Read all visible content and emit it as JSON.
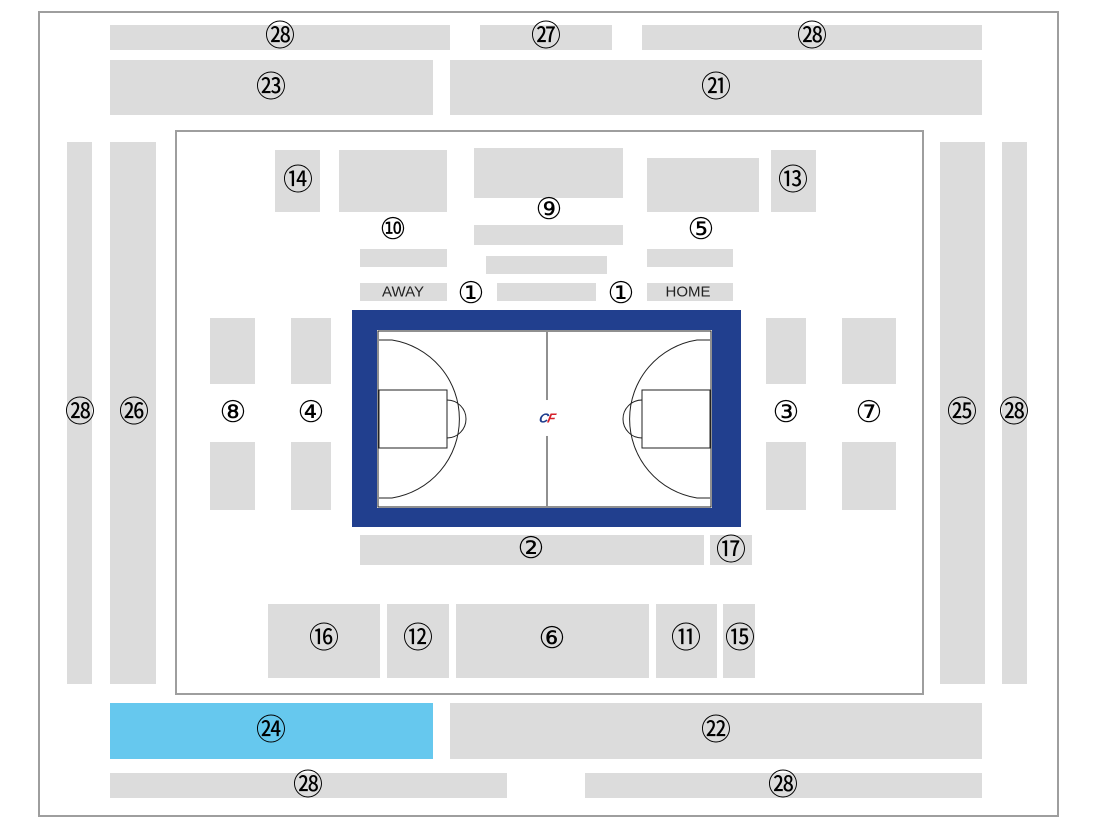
{
  "colors": {
    "block": "#dcdcdc",
    "selected": "#66c8ee",
    "court_border": "#213f8e",
    "frame": "#9e9e9e"
  },
  "areas": {
    "n1_left": "①",
    "n1_right": "①",
    "n2": "②",
    "n3": "③",
    "n4": "④",
    "n5": "⑤",
    "n6": "⑥",
    "n7": "⑦",
    "n8": "⑧",
    "n9": "⑨",
    "n10": "⑩",
    "n11": "⑪",
    "n12": "⑫",
    "n13": "⑬",
    "n14": "⑭",
    "n15": "⑮",
    "n16": "⑯",
    "n17": "⑰",
    "n21": "㉑",
    "n22": "㉒",
    "n23": "㉓",
    "n24": "㉔",
    "n25": "㉕",
    "n26": "㉖",
    "n27": "㉗",
    "n28": "㉘"
  },
  "labels": {
    "away": "AWAY",
    "home": "HOME"
  },
  "selected_area": "㉔"
}
